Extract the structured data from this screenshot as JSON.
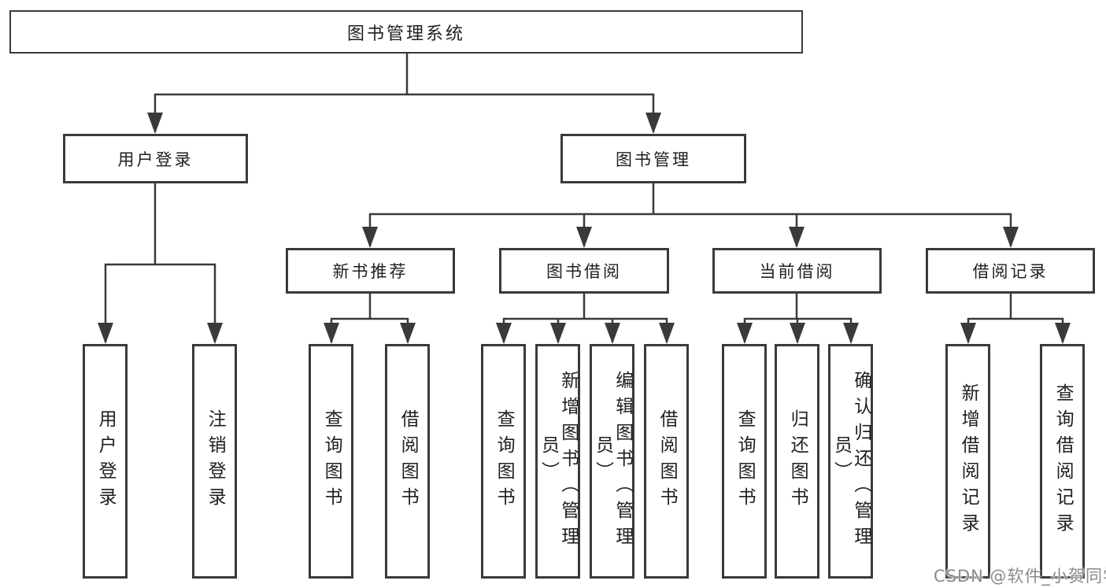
{
  "diagram": {
    "root_label": "图书管理系统",
    "level2": [
      {
        "label": "用户登录"
      },
      {
        "label": "图书管理"
      }
    ],
    "level3": [
      {
        "label": "新书推荐"
      },
      {
        "label": "图书借阅"
      },
      {
        "label": "当前借阅"
      },
      {
        "label": "借阅记录"
      }
    ],
    "leaves": {
      "user_login_group": [
        "用户登录",
        "注销登录"
      ],
      "new_book_group": [
        "查询图书",
        "借阅图书"
      ],
      "book_borrow_group": [
        "查询图书",
        "新增图书（管理员）",
        "编辑图书（管理员）",
        "借阅图书"
      ],
      "current_borrow_group": [
        "查询图书",
        "归还图书",
        "确认归还（管理员）"
      ],
      "borrow_record_group": [
        "新增借阅记录",
        "查询借阅记录"
      ]
    }
  },
  "watermark": {
    "text": "CSDN @软件_小贺同学"
  },
  "colors": {
    "line": "#3a3a3a",
    "text": "#1f1f1f",
    "watermark": "#8a8a8a",
    "background": "#ffffff"
  }
}
